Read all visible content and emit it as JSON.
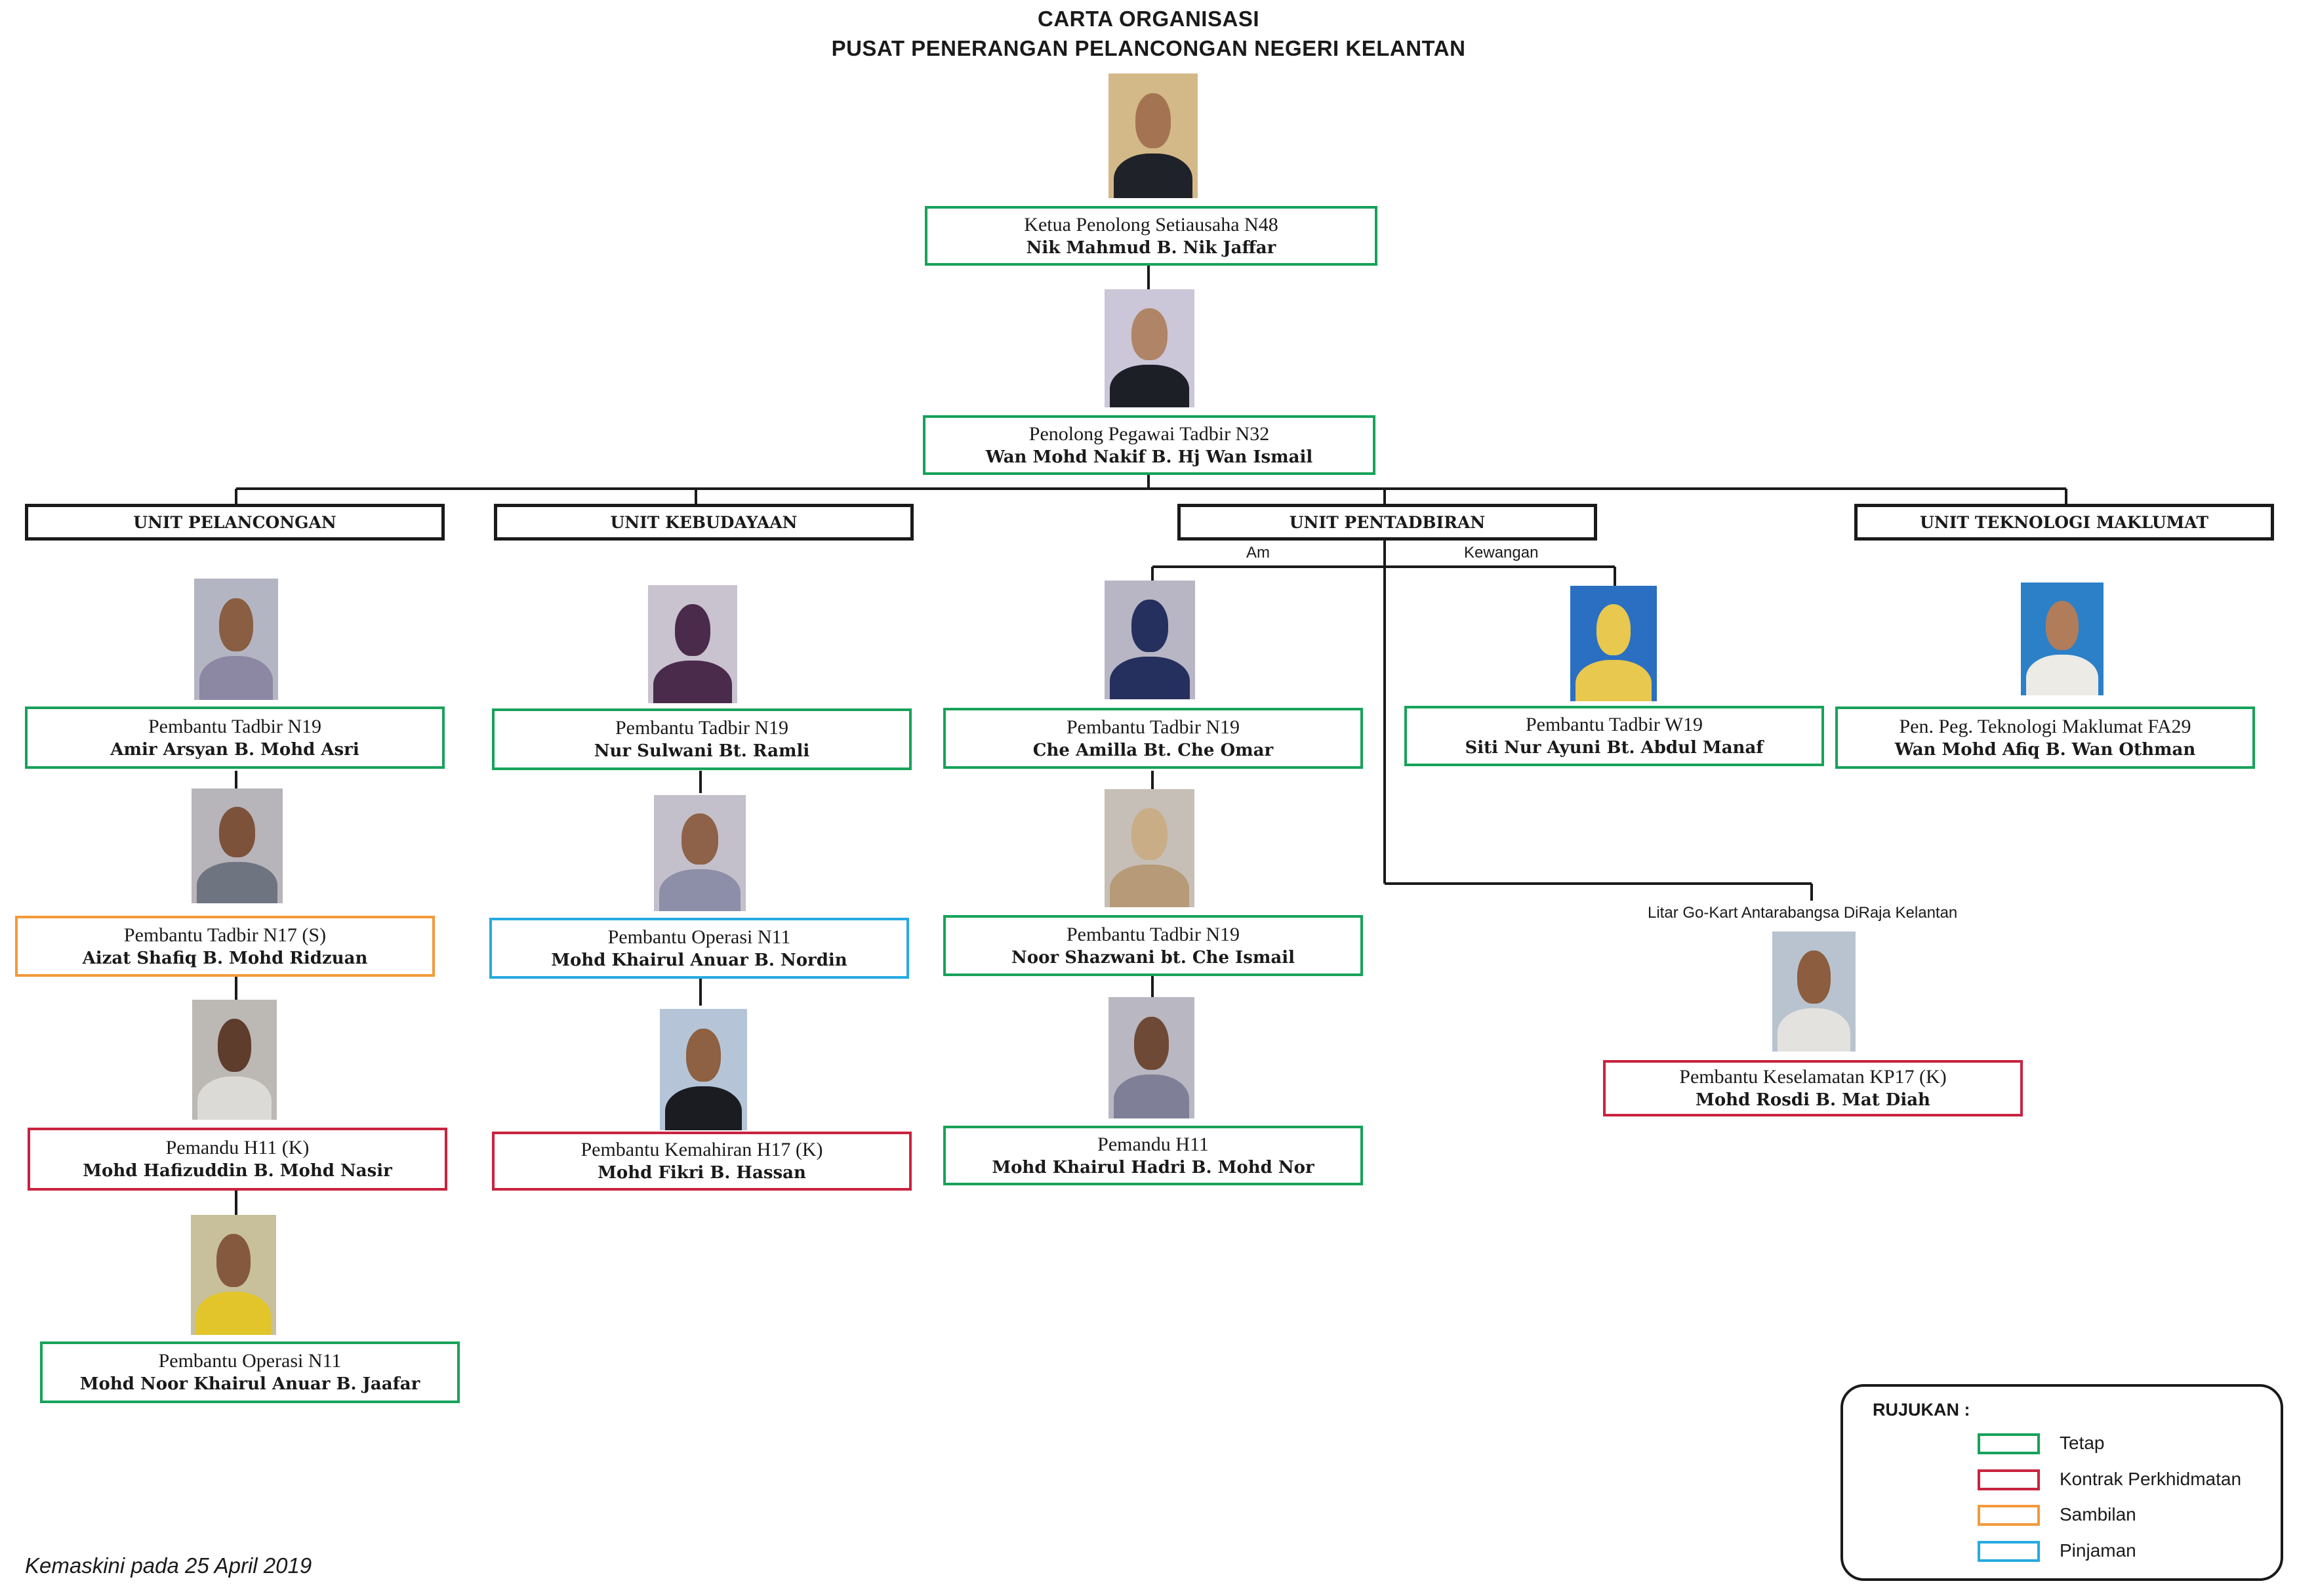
{
  "header": {
    "title_line1": "CARTA ORGANISASI",
    "title_line2": "PUSAT PENERANGAN PELANCONGAN NEGERI KELANTAN"
  },
  "units": {
    "pelancongan": "UNIT PELANCONGAN",
    "kebudayaan": "UNIT KEBUDAYAAN",
    "pentadbiran": "UNIT PENTADBIRAN",
    "teknologi": "UNIT TEKNOLOGI MAKLUMAT"
  },
  "branch_labels": {
    "am": "Am",
    "kewangan": "Kewangan",
    "gokart": "Litar Go-Kart Antarabangsa DiRaja Kelantan"
  },
  "staff": {
    "head": {
      "position": "Ketua Penolong Setiausaha N48",
      "name": "Nik Mahmud B. Nik Jaffar",
      "status": "tetap"
    },
    "admin": {
      "position": "Penolong Pegawai Tadbir N32",
      "name": "Wan Mohd Nakif B. Hj Wan Ismail",
      "status": "tetap"
    },
    "pel1": {
      "position": "Pembantu Tadbir N19",
      "name": "Amir Arsyan B. Mohd Asri",
      "status": "tetap"
    },
    "pel2": {
      "position": "Pembantu Tadbir N17 (S)",
      "name": "Aizat Shafiq B. Mohd Ridzuan",
      "status": "sambilan"
    },
    "pel3": {
      "position": "Pemandu H11 (K)",
      "name": "Mohd Hafizuddin B. Mohd Nasir",
      "status": "kontrak"
    },
    "pel4": {
      "position": "Pembantu Operasi N11",
      "name": "Mohd Noor Khairul Anuar B. Jaafar",
      "status": "tetap"
    },
    "keb1": {
      "position": "Pembantu Tadbir N19",
      "name": "Nur Sulwani Bt. Ramli",
      "status": "tetap"
    },
    "keb2": {
      "position": "Pembantu Operasi N11",
      "name": "Mohd Khairul Anuar B. Nordin",
      "status": "pinjaman"
    },
    "keb3": {
      "position": "Pembantu Kemahiran H17 (K)",
      "name": "Mohd Fikri B. Hassan",
      "status": "kontrak"
    },
    "pen1": {
      "position": "Pembantu Tadbir N19",
      "name": "Che Amilla Bt. Che Omar",
      "status": "tetap"
    },
    "pen2": {
      "position": "Pembantu Tadbir N19",
      "name": "Noor Shazwani bt. Che Ismail",
      "status": "tetap"
    },
    "pen3": {
      "position": "Pemandu H11",
      "name": "Mohd Khairul Hadri B. Mohd Nor",
      "status": "tetap"
    },
    "kew1": {
      "position": "Pembantu Tadbir W19",
      "name": "Siti Nur Ayuni Bt. Abdul Manaf",
      "status": "tetap"
    },
    "gok1": {
      "position": "Pembantu Keselamatan KP17 (K)",
      "name": "Mohd Rosdi B. Mat Diah",
      "status": "kontrak"
    },
    "tek1": {
      "position": "Pen. Peg. Teknologi Maklumat FA29",
      "name": "Wan Mohd Afiq B. Wan Othman",
      "status": "tetap"
    }
  },
  "legend": {
    "title": "RUJUKAN :",
    "items": [
      {
        "label": "Tetap",
        "color": "#17a25a"
      },
      {
        "label": "Kontrak Perkhidmatan",
        "color": "#c9233f"
      },
      {
        "label": "Sambilan",
        "color": "#f29a3a"
      },
      {
        "label": "Pinjaman",
        "color": "#27aae1"
      }
    ]
  },
  "footer": {
    "updated": "Kemaskini pada 25 April 2019"
  }
}
